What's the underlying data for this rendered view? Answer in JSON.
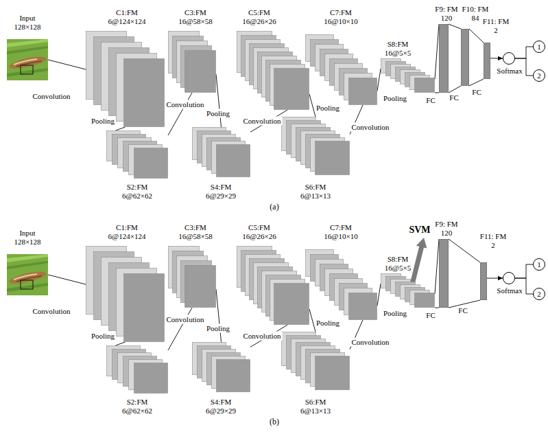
{
  "diagram": {
    "nodes": [
      {
        "text": [
          "Input 128×128"
        ]
      },
      {
        "text": [
          "C1:FM 6@124×124"
        ]
      },
      {
        "text": [
          "S2:FM 6@62×62"
        ]
      },
      {
        "text": [
          "C3:FM 16@58×58"
        ]
      },
      {
        "text": [
          "S4:FM 6@29×29"
        ]
      },
      {
        "text": [
          "C5:FM 16@26×26"
        ]
      },
      {
        "text": [
          "S6:FM 6@13×13"
        ]
      },
      {
        "text": [
          "C7:FM 16@10×10"
        ]
      },
      {
        "text": [
          "S8:FM 16@5×5"
        ]
      },
      {
        "text": [
          "F9: FM 120"
        ]
      },
      {
        "text": [
          "F10: FM 84"
        ]
      },
      {
        "text": [
          "F11: FM 2"
        ]
      },
      {
        "text": [
          "Softmax"
        ]
      },
      {
        "text": [
          "1"
        ]
      },
      {
        "text": [
          "2"
        ]
      },
      {
        "text": [
          "Input 128×128"
        ]
      },
      {
        "text": [
          "C1:FM 6@124×124"
        ]
      },
      {
        "text": [
          "S2:FM 6@62×62"
        ]
      },
      {
        "text": [
          "C3:FM 16@58×58"
        ]
      },
      {
        "text": [
          "S4:FM 6@29×29"
        ]
      },
      {
        "text": [
          "C5:FM 16@26×26"
        ]
      },
      {
        "text": [
          "S6:FM 6@13×13"
        ]
      },
      {
        "text": [
          "C7:FM 16@10×10"
        ]
      },
      {
        "text": [
          "S8:FM 16@5×5"
        ]
      },
      {
        "text": [
          "F9: FM 120"
        ]
      },
      {
        "text": [
          "F11: FM 2"
        ]
      },
      {
        "text": [
          "Softmax"
        ]
      },
      {
        "text": [
          "1"
        ]
      },
      {
        "text": [
          "2"
        ]
      }
    ],
    "edges": [
      {
        "from": 0,
        "to": 1,
        "label": "Convolution",
        "arrow": "none"
      },
      {
        "from": 1,
        "to": 2,
        "label": "Pooling",
        "arrow": "none"
      },
      {
        "from": 2,
        "to": 3,
        "label": "Convolution",
        "arrow": "none"
      },
      {
        "from": 3,
        "to": 4,
        "label": "Pooling",
        "arrow": "none"
      },
      {
        "from": 4,
        "to": 5,
        "label": "Convolution",
        "arrow": "none"
      },
      {
        "from": 5,
        "to": 6,
        "label": "Pooling",
        "arrow": "none"
      },
      {
        "from": 6,
        "to": 7,
        "label": "Convolution",
        "arrow": "none"
      },
      {
        "from": 7,
        "to": 8,
        "label": "Pooling",
        "arrow": "none"
      },
      {
        "from": 8,
        "to": 9,
        "label": "FC",
        "arrow": "none"
      },
      {
        "from": 9,
        "to": 10,
        "label": "FC",
        "arrow": "none"
      },
      {
        "from": 10,
        "to": 11,
        "label": "FC",
        "arrow": "none"
      },
      {
        "from": 11,
        "to": 12,
        "arrow": "to"
      },
      {
        "from": 12,
        "to": 13,
        "arrow": "none"
      },
      {
        "from": 12,
        "to": 14,
        "arrow": "none"
      },
      {
        "from": 15,
        "to": 16,
        "label": "Convolution",
        "arrow": "none"
      },
      {
        "from": 16,
        "to": 17,
        "label": "Pooling",
        "arrow": "none"
      },
      {
        "from": 17,
        "to": 18,
        "label": "Convolution",
        "arrow": "none"
      },
      {
        "from": 18,
        "to": 19,
        "label": "Pooling",
        "arrow": "none"
      },
      {
        "from": 19,
        "to": 20,
        "label": "Convolution",
        "arrow": "none"
      },
      {
        "from": 20,
        "to": 21,
        "label": "Pooling",
        "arrow": "none"
      },
      {
        "from": 21,
        "to": 22,
        "label": "Convolution",
        "arrow": "none"
      },
      {
        "from": 22,
        "to": 23,
        "label": "Pooling",
        "arrow": "none"
      },
      {
        "from": 23,
        "to": 24,
        "label": "FC",
        "arrow": "none"
      },
      {
        "from": 24,
        "to": 25,
        "label": "FC",
        "arrow": "none"
      },
      {
        "from": 25,
        "to": 26,
        "arrow": "to"
      },
      {
        "from": 26,
        "to": 27,
        "arrow": "none"
      },
      {
        "from": 26,
        "to": 28,
        "arrow": "none"
      }
    ],
    "labels": [
      "(a)",
      "SVM",
      "(b)"
    ]
  }
}
